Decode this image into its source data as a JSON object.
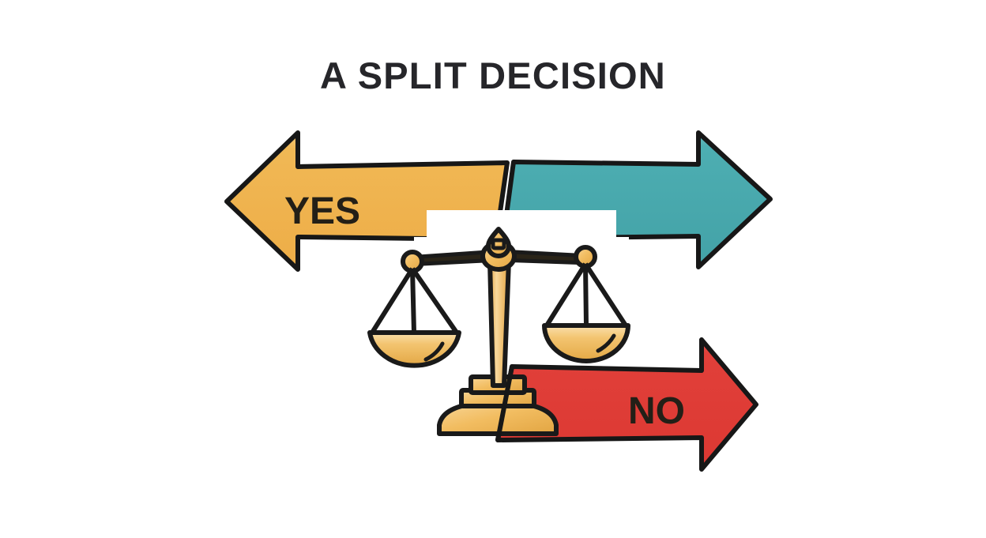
{
  "page": {
    "background_color": "#ffffff",
    "title": "A SPLIT DECISION",
    "title_color": "#26262a"
  },
  "graphic": {
    "name": "split-decision-illustration",
    "description": "Two opposing arrows labeled YES and NO with a scales-of-justice icon at the center",
    "arrows": [
      {
        "id": "yes-arrow",
        "label": "YES",
        "direction": "left",
        "fill": "#efb24f",
        "fill_light": "#f3c071",
        "fill_shade": "#dfa040",
        "stroke": "#171717",
        "label_color": "#231f17"
      },
      {
        "id": "teal-arrow",
        "label": "",
        "direction": "right",
        "fill": "#4aa8ad",
        "fill_light": "#63b7bb",
        "fill_shade": "#3d969b",
        "stroke": "#171717",
        "label_color": "#231f17"
      },
      {
        "id": "no-arrow",
        "label": "NO",
        "direction": "right",
        "fill": "#e03a35",
        "fill_light": "#e85a53",
        "fill_shade": "#c9302c",
        "stroke": "#171717",
        "label_color": "#231f17"
      }
    ],
    "scales": {
      "id": "scales-of-justice",
      "gold": "#f0bb5c",
      "gold_light": "#f7d18a",
      "gold_deep": "#e0a646",
      "stroke": "#1a1a1a",
      "red_tint": "#d93c37",
      "parts": [
        "finial",
        "beam",
        "center-hub",
        "left-pan",
        "right-pan",
        "column",
        "stepped-base",
        "foot"
      ]
    }
  }
}
